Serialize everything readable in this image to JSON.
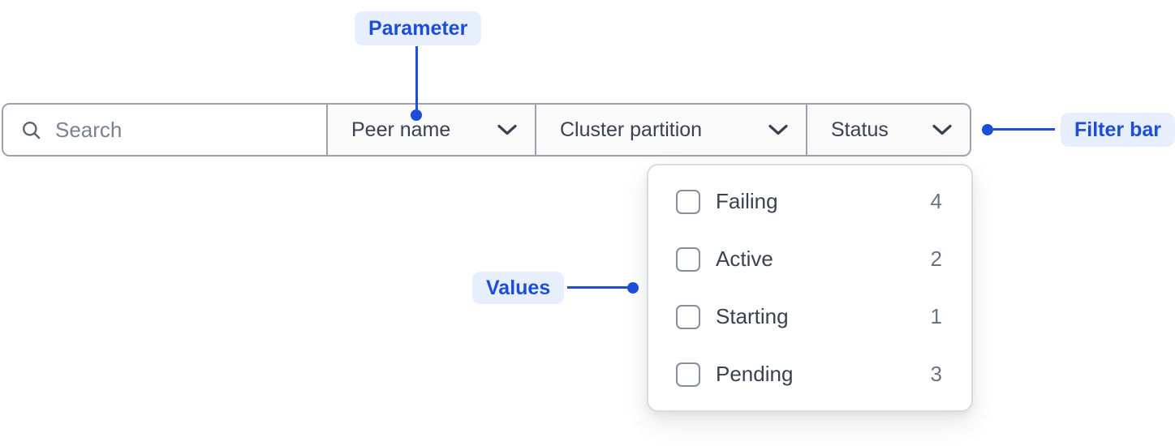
{
  "annotations": {
    "parameter_label": "Parameter",
    "filter_bar_label": "Filter bar",
    "values_label": "Values"
  },
  "filter_bar": {
    "search": {
      "placeholder": "Search",
      "value": ""
    },
    "dropdowns": [
      {
        "label": "Peer name"
      },
      {
        "label": "Cluster partition"
      },
      {
        "label": "Status"
      }
    ]
  },
  "status_dropdown": {
    "options": [
      {
        "label": "Failing",
        "count": "4",
        "checked": false
      },
      {
        "label": "Active",
        "count": "2",
        "checked": false
      },
      {
        "label": "Starting",
        "count": "1",
        "checked": false
      },
      {
        "label": "Pending",
        "count": "3",
        "checked": false
      }
    ]
  },
  "icons": {
    "search": "search-icon",
    "chevron": "chevron-down-icon"
  },
  "colors": {
    "accent_blue": "#1d4ed8",
    "annotation_badge_bg": "#e8effc",
    "bar_border": "#9ca3ae",
    "segment_bg": "#fafafb",
    "label_text": "#3a4150",
    "placeholder_text": "#7a8291",
    "count_text": "#6b7280",
    "checkbox_border": "#878e9c",
    "panel_border": "#d8dbe1"
  }
}
